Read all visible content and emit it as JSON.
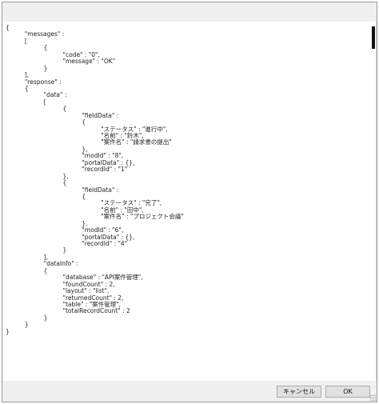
{
  "window": {
    "title": ""
  },
  "json_view": {
    "lines": [
      "{",
      "          \"messages\" :",
      "          [",
      "                    {",
      "                              \"code\" : \"0\",",
      "                              \"message\" : \"OK\"",
      "                    }",
      "          ],",
      "          \"response\" :",
      "          {",
      "                    \"data\" :",
      "                    [",
      "                              {",
      "                                        \"fieldData\" :",
      "                                        {",
      "                                                  \"ステータス\" : \"進行中\",",
      "                                                  \"名前\" : \"鈴木\",",
      "                                                  \"案件名\" : \"請求書の提出\"",
      "                                        },",
      "                                        \"modId\" : \"8\",",
      "                                        \"portalData\" : {},",
      "                                        \"recordId\" : \"1\"",
      "                              },",
      "                              {",
      "                                        \"fieldData\" :",
      "                                        {",
      "                                                  \"ステータス\" : \"完了\",",
      "                                                  \"名前\" : \"田中\",",
      "                                                  \"案件名\" : \"プロジェクト会議\"",
      "                                        },",
      "                                        \"modId\" : \"6\",",
      "                                        \"portalData\" : {},",
      "                                        \"recordId\" : \"4\"",
      "                              }",
      "                    ],",
      "                    \"dataInfo\" :",
      "                    {",
      "                              \"database\" : \"API案件管理\",",
      "                              \"foundCount\" : 2,",
      "                              \"layout\" : \"list\",",
      "                              \"returnedCount\" : 2,",
      "                              \"table\" : \"案件管理\",",
      "                              \"totalRecordCount\" : 2",
      "                    }",
      "          }",
      "}"
    ]
  },
  "buttons": {
    "cancel_label": "キャンセル",
    "ok_label": "OK"
  }
}
